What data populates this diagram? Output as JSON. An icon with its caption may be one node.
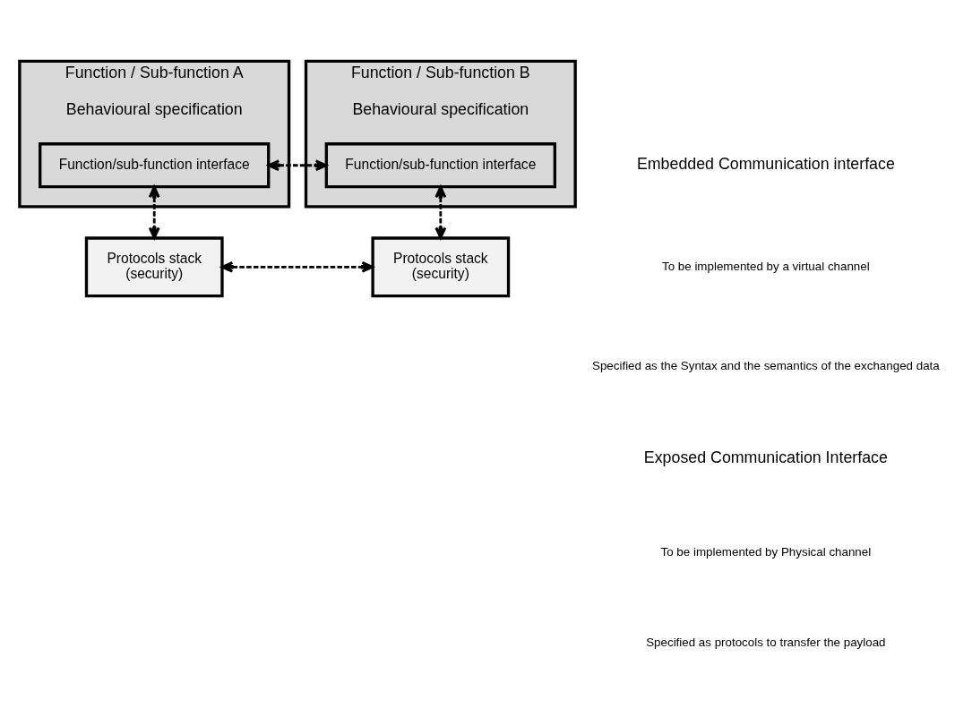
{
  "diagram": {
    "nodes": [
      {
        "text": [
          "Function / Sub-function A",
          "Behavioural specification"
        ]
      },
      {
        "text": [
          "Function/sub-function interface"
        ],
        "in": 0
      },
      {
        "text": [
          "Function / Sub-function B",
          "Behavioural specification"
        ]
      },
      {
        "text": [
          "Function/sub-function interface"
        ],
        "in": 2
      },
      {
        "text": [
          "Protocols stack",
          "(security)"
        ]
      },
      {
        "text": [
          "Protocols stack",
          "(security)"
        ]
      }
    ],
    "edges": [
      {
        "from": 1,
        "to": 3,
        "arrow": "both",
        "style": "dashed"
      },
      {
        "from": 1,
        "to": 4,
        "arrow": "both",
        "style": "dashed"
      },
      {
        "from": 3,
        "to": 5,
        "arrow": "both",
        "style": "dashed"
      },
      {
        "from": 4,
        "to": 5,
        "arrow": "both",
        "style": "dashed"
      }
    ],
    "labels": [
      "Embedded Communication interface",
      "To be implemented by a virtual channel",
      "Specified as the Syntax and the semantics of the exchanged data",
      "Exposed Communication Interface",
      "To be implemented by Physical channel",
      "Specified as protocols to transfer the payload"
    ]
  }
}
